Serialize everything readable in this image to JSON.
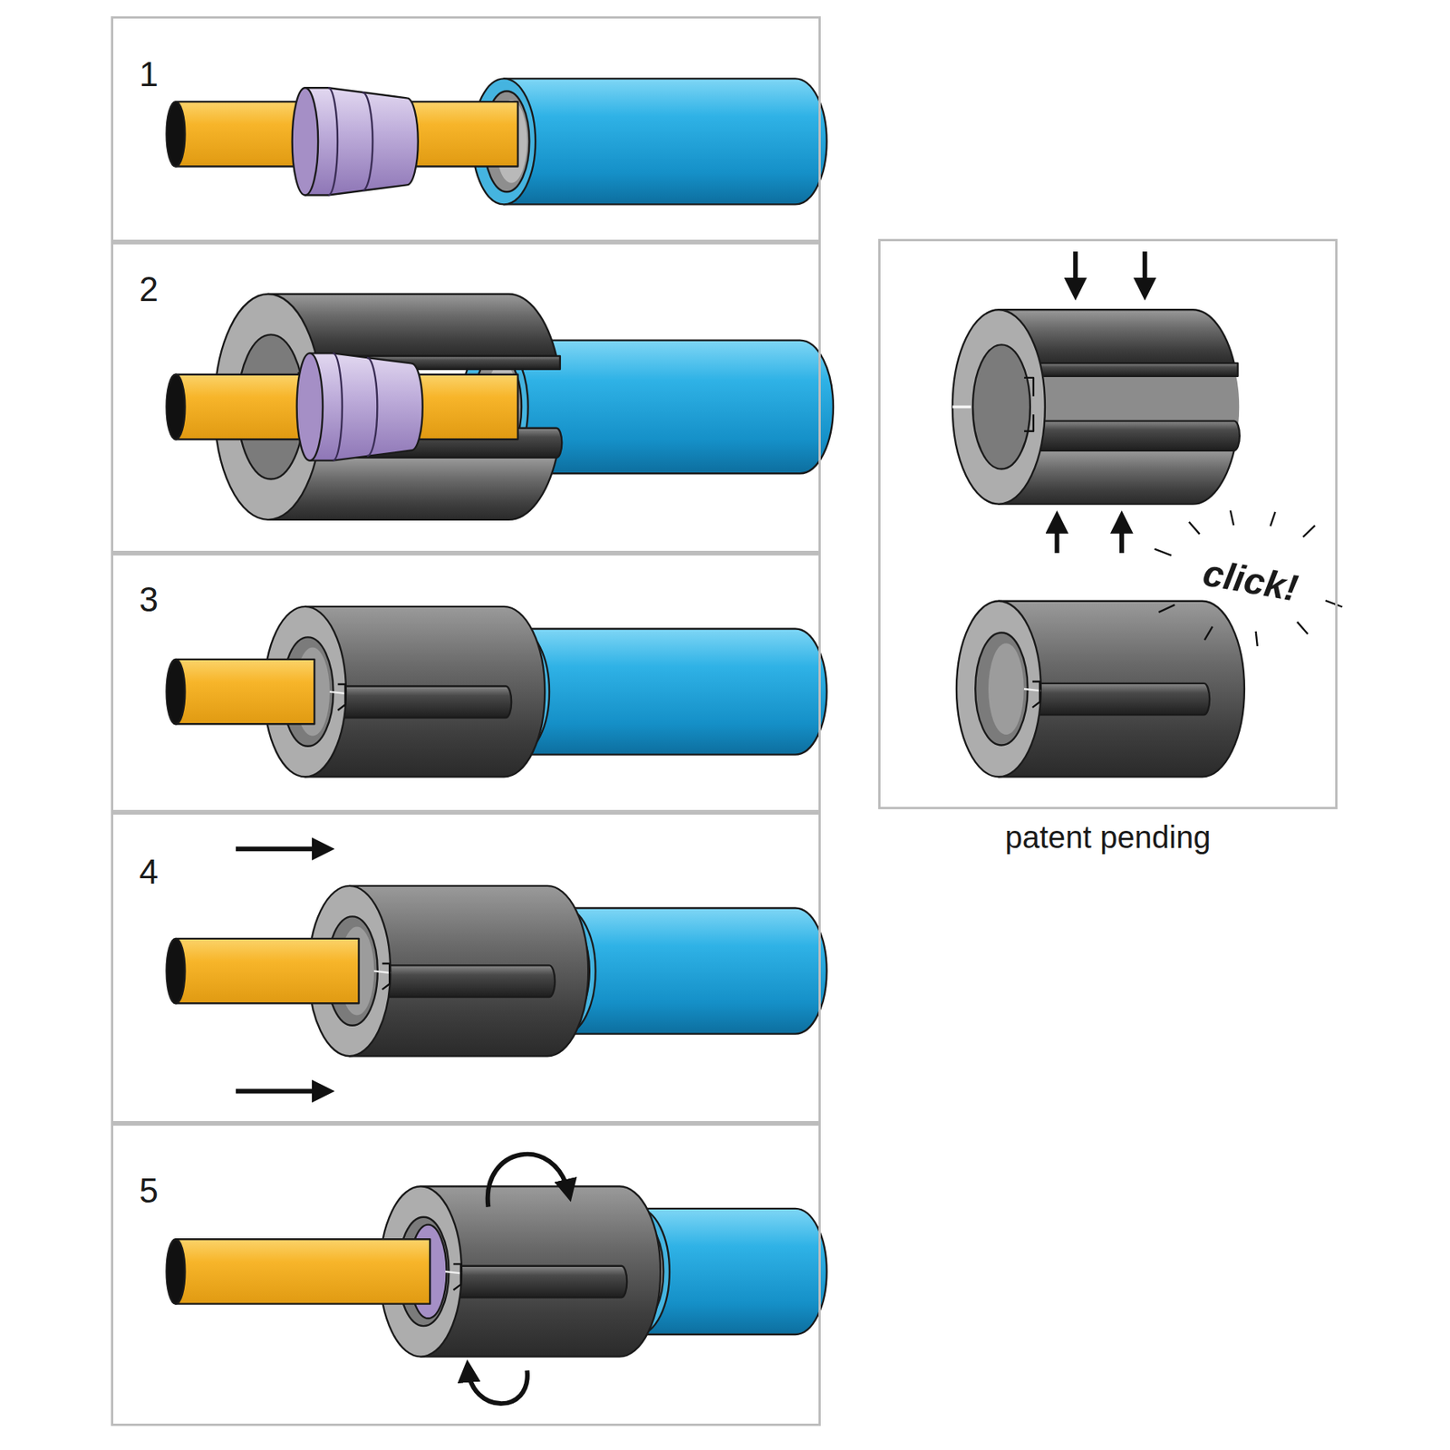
{
  "diagram": {
    "nodes": [
      {
        "text": [
          "1"
        ]
      },
      {
        "text": [
          "2"
        ]
      },
      {
        "text": [
          "3"
        ]
      },
      {
        "text": [
          "4"
        ]
      },
      {
        "text": [
          "5"
        ]
      },
      {
        "text": [
          "click!",
          "patent pending"
        ]
      }
    ]
  }
}
